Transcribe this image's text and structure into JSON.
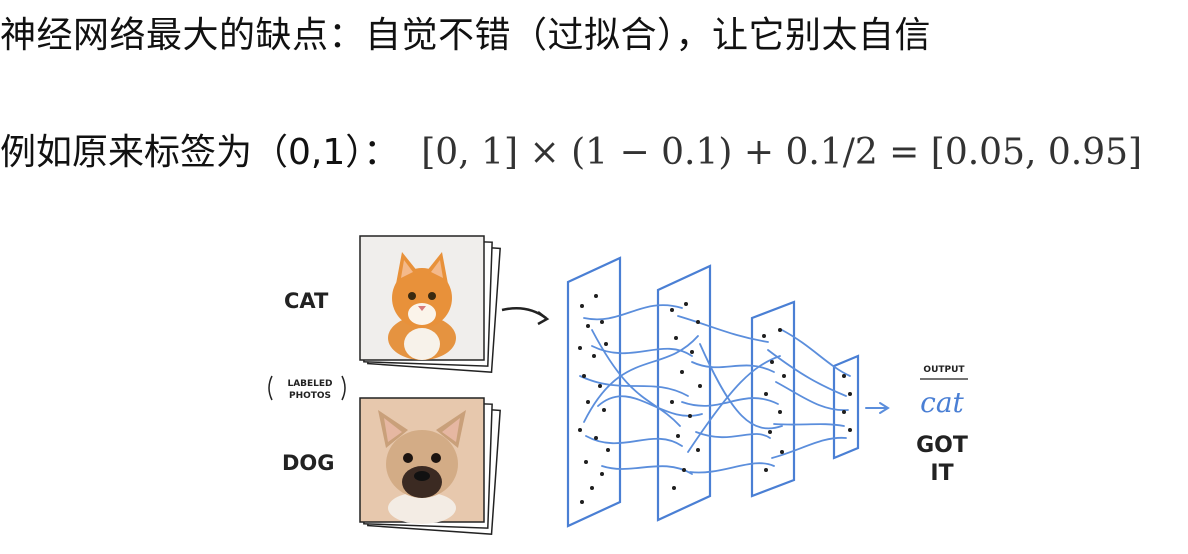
{
  "heading": "神经网络最大的缺点：自觉不错（过拟合），让它别太自信",
  "example": {
    "label": "例如原来标签为（0,1）：",
    "formula": "[0, 1] × (1 − 0.1) + 0.1/2 = [0.05, 0.95]"
  },
  "figure": {
    "cat_label": "CAT",
    "labeled_line1": "LABELED",
    "labeled_line2": "PHOTOS",
    "dog_label": "DOG",
    "output_label": "OUTPUT",
    "output_value": "cat",
    "got_line1": "GOT",
    "got_line2": "IT",
    "cat_photo_icon": "cat-photo-icon",
    "dog_photo_icon": "dog-photo-icon",
    "network_color": "#4a7fd4"
  }
}
